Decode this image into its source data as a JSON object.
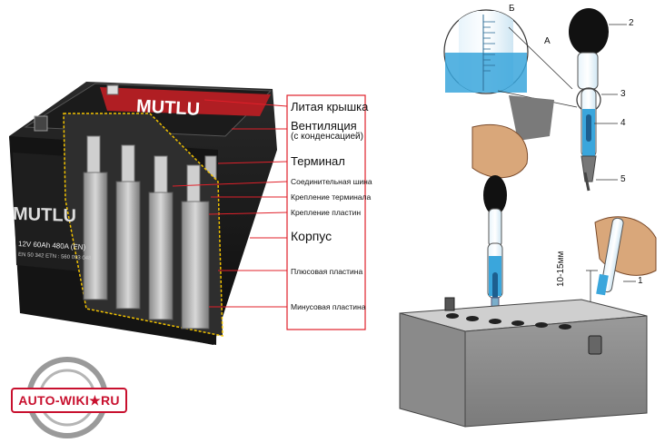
{
  "battery_labels": [
    "Литая крышка",
    "Вентиляция",
    "(с конденсацией)",
    "Терминал",
    "Соединительная шина",
    "Крепление терминала",
    "Крепление пластин",
    "Корпус",
    "Плюсовая пластина",
    "Минусовая пластина"
  ],
  "battery_print": {
    "brand": "MUTLU",
    "spec": "12V 60Ah 480A (EN)",
    "code": "EN 50 342   ETN : 560 093 048"
  },
  "hydrometer_labels": {
    "A": "А",
    "B": "Б",
    "n1": "1",
    "n2": "2",
    "n3": "3",
    "n4": "4",
    "n5": "5",
    "gap": "10-15мм"
  },
  "watermark": "AUTO-WIKI★RU",
  "colors": {
    "label_frame": "#e0202a",
    "liquid": "#3aa6dc",
    "watermark": "#c8102e"
  }
}
